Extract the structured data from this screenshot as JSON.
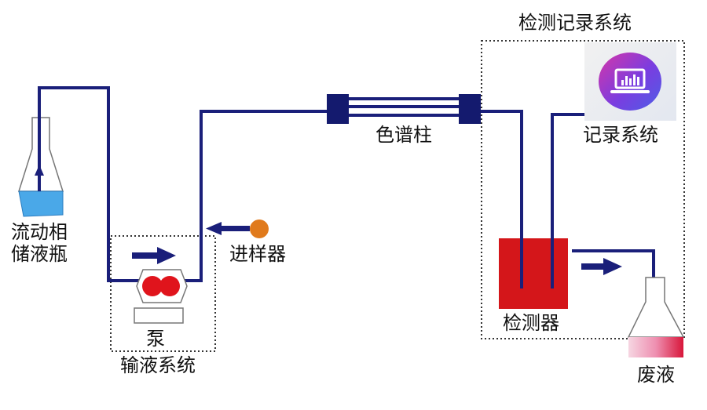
{
  "labels": {
    "mobile_phase_bottle": "流动相\n储液瓶",
    "pump": "泵",
    "delivery_system": "输液系统",
    "injector": "进样器",
    "column": "色谱柱",
    "detection_recording_system": "检测记录系统",
    "recording_system": "记录系统",
    "detector": "检测器",
    "waste": "废液"
  },
  "icons": {
    "recorder": "laptop-chart-icon",
    "flow_arrows": "flow-arrow-icon"
  },
  "colors": {
    "pipe": "#1a1f7a",
    "bottle_liquid": "#4aa8e8",
    "pump_rotor": "#e0141c",
    "injector": "#e07a1c",
    "detector": "#d4161a",
    "waste_liquid": "#e0305a",
    "column_fitting": "#141a6e",
    "dotted_box": "#333333"
  }
}
